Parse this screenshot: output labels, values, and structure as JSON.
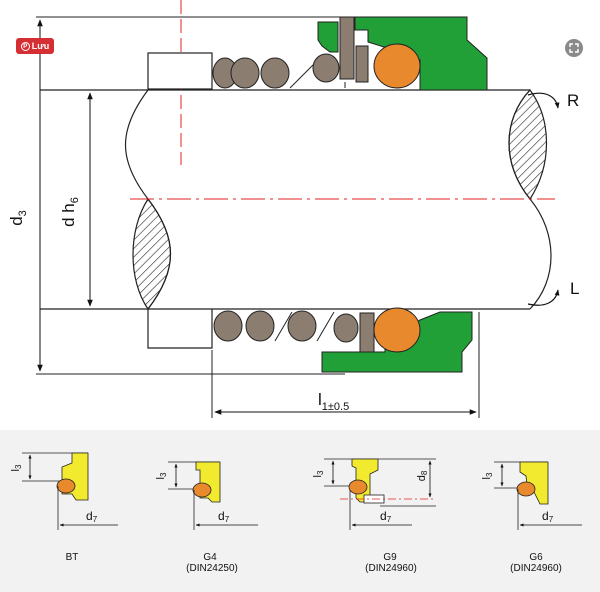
{
  "overlay": {
    "save_label": "Lưu",
    "save_icon": "pinterest-icon",
    "expand_icon": "expand-icon"
  },
  "colors": {
    "seal_green": "#21a038",
    "ring_orange": "#e8892d",
    "spring_grey": "#8b7d70",
    "seat_yellow": "#f2ea2f",
    "seat_orange": "#e8892d",
    "center_red": "#e02020",
    "outline": "#1a1a1a"
  },
  "main_diagram": {
    "dims": {
      "d3": {
        "main": "d",
        "sub": "3"
      },
      "dh6": {
        "main": "d h",
        "sub": "6"
      },
      "l1": {
        "main": "l",
        "sub": "1±0.5"
      }
    },
    "rotation": {
      "right": "R",
      "left": "L"
    }
  },
  "seats": [
    {
      "name": "BT",
      "std": "",
      "dims": {
        "l3": "l",
        "l3_sub": "3",
        "d7": "d",
        "d7_sub": "7"
      }
    },
    {
      "name": "G4",
      "std": "(DIN24250)",
      "dims": {
        "l3": "l",
        "l3_sub": "3",
        "d7": "d",
        "d7_sub": "7"
      }
    },
    {
      "name": "G9",
      "std": "(DIN24960)",
      "dims": {
        "l3": "l",
        "l3_sub": "3",
        "d7": "d",
        "d7_sub": "7",
        "d8": "d",
        "d8_sub": "8"
      }
    },
    {
      "name": "G6",
      "std": "(DIN24960)",
      "dims": {
        "l3": "l",
        "l3_sub": "3",
        "d7": "d",
        "d7_sub": "7"
      }
    }
  ]
}
